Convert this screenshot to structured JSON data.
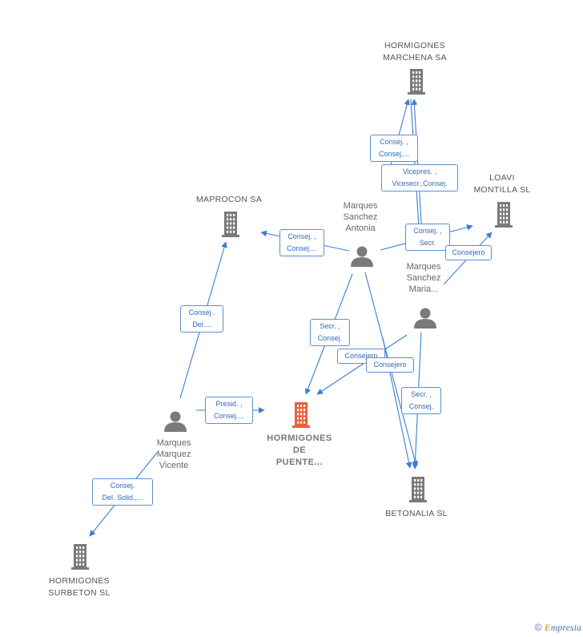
{
  "nodes": {
    "hormigones_marchena": {
      "label": [
        "HORMIGONES",
        "MARCHENA SA"
      ],
      "type": "company"
    },
    "loavi_montilla": {
      "label": [
        "LOAVI",
        "MONTILLA SL"
      ],
      "type": "company"
    },
    "maprocon": {
      "label": [
        "MAPROCON SA"
      ],
      "type": "company"
    },
    "hormigones_puente": {
      "label": [
        "HORMIGONES",
        "DE",
        "PUENTE..."
      ],
      "type": "focus"
    },
    "betonalia": {
      "label": [
        "BETONALIA SL"
      ],
      "type": "company"
    },
    "hormigones_surbeton": {
      "label": [
        "HORMIGONES",
        "SURBETON SL"
      ],
      "type": "company"
    },
    "marques_sanchez_antonia": {
      "label": [
        "Marques",
        "Sanchez",
        "Antonia"
      ],
      "type": "person"
    },
    "marques_sanchez_maria": {
      "label": [
        "Marques",
        "Sanchez",
        "Maria..."
      ],
      "type": "person"
    },
    "marques_marquez_vicente": {
      "label": [
        "Marques",
        "Marquez",
        "Vicente"
      ],
      "type": "person"
    }
  },
  "edges": [
    {
      "label": [
        "Consej. ,",
        "Consej...."
      ]
    },
    {
      "label": [
        "Vicepres. ,",
        "Vicesecr.,Consej."
      ]
    },
    {
      "label": [
        "Consej. ,",
        "Consej...."
      ]
    },
    {
      "label": [
        "Consej. ,",
        "Secr."
      ]
    },
    {
      "label": [
        "Consejero"
      ]
    },
    {
      "label": [
        "Secr. ,",
        "Consej."
      ]
    },
    {
      "label": [
        "Consejero"
      ]
    },
    {
      "label": [
        "Consejero"
      ]
    },
    {
      "label": [
        "Secr. ,",
        "Consej."
      ]
    },
    {
      "label": [
        "Consej .",
        "Del...."
      ]
    },
    {
      "label": [
        "Presid. ,",
        "Consej...."
      ]
    },
    {
      "label": [
        "Consej.",
        "Del. Solid.,..."
      ]
    }
  ],
  "colors": {
    "edge": "#3b7fd4",
    "company_icon": "#7a7a7a",
    "focus_icon": "#e8613a",
    "person_icon": "#7a7a7a"
  },
  "footer": {
    "copyright": "©",
    "brand": "mpresia",
    "brand_initial": "E"
  }
}
